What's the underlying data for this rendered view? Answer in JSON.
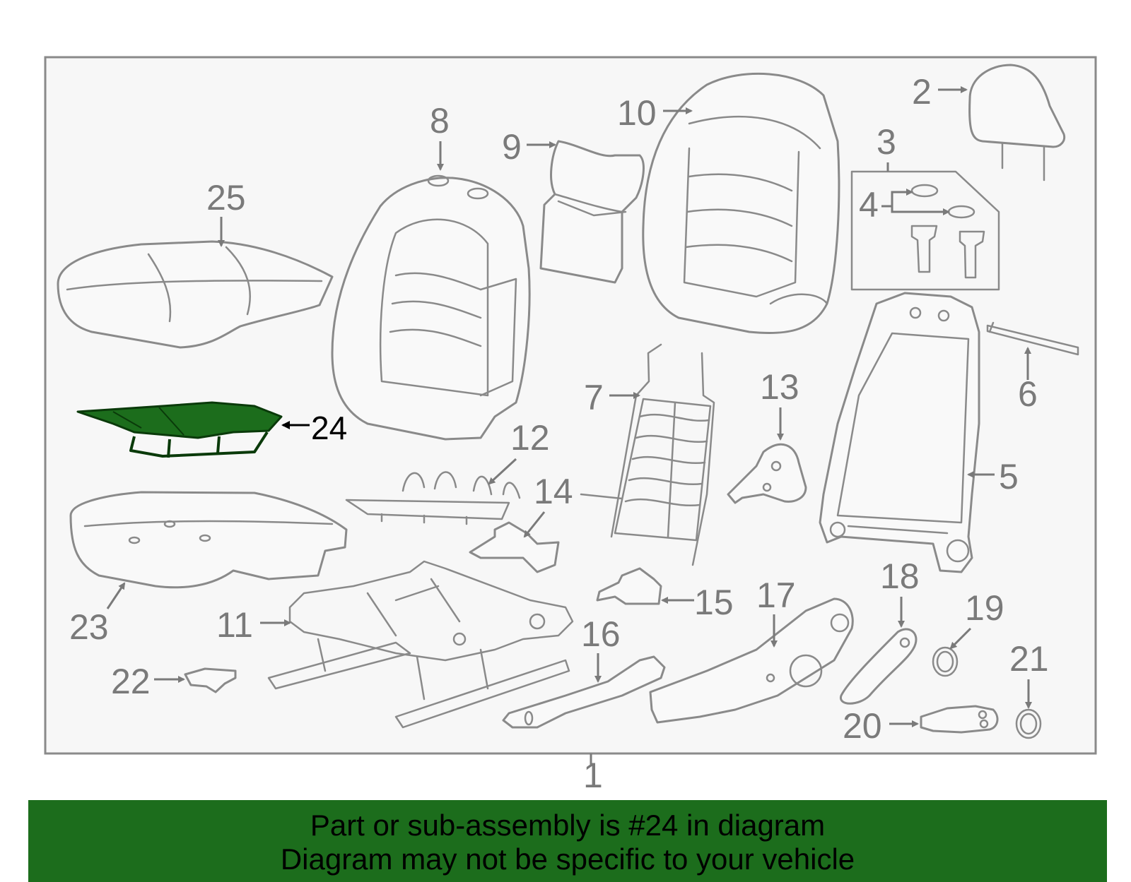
{
  "diagram": {
    "highlighted_part": "24",
    "highlight_color": "#1c6d1c",
    "frame_background": "#f7f7f7",
    "callouts": [
      "1",
      "2",
      "3",
      "4",
      "5",
      "6",
      "7",
      "8",
      "9",
      "10",
      "11",
      "12",
      "13",
      "14",
      "15",
      "16",
      "17",
      "18",
      "19",
      "20",
      "21",
      "22",
      "23",
      "24",
      "25"
    ]
  },
  "banner": {
    "line1": "Part or sub-assembly is #24 in diagram",
    "line2": "Diagram may not be specific to your vehicle",
    "background": "#1c6d1c"
  }
}
